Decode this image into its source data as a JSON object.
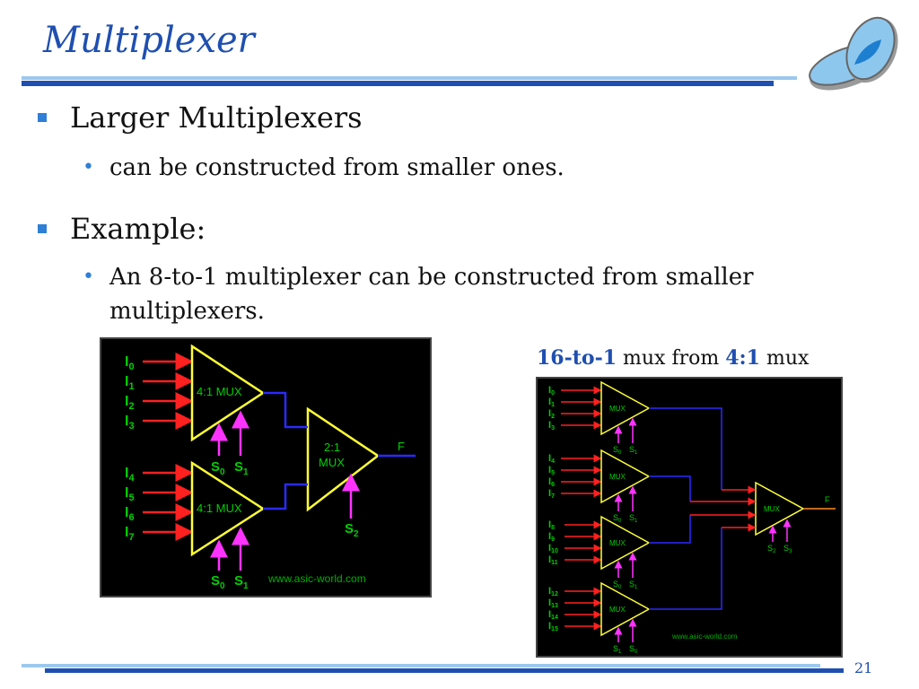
{
  "slide": {
    "title": "Multiplexer",
    "page_number": "21"
  },
  "bullets": [
    {
      "text": "Larger Multiplexers",
      "sub": [
        "can be constructed from smaller ones."
      ]
    },
    {
      "text": "Example:",
      "sub": [
        "An 8-to-1 multiplexer can be constructed from smaller",
        "multiplexers."
      ]
    }
  ],
  "caption": {
    "part1": "16-to-1",
    "part2": " mux from ",
    "part3": "4:1",
    "part4": " mux"
  },
  "figure_8to1": {
    "inputs": [
      "I",
      "I",
      "I",
      "I",
      "I",
      "I",
      "I",
      "I"
    ],
    "input_subs": [
      "0",
      "1",
      "2",
      "3",
      "4",
      "5",
      "6",
      "7"
    ],
    "mux_top_label": "4:1 MUX",
    "mux_bottom_label": "4:1 MUX",
    "mux_out_label_1": "2:1",
    "mux_out_label_2": "MUX",
    "output": "F",
    "sel_s": "S",
    "sel0": "0",
    "sel1": "1",
    "sel2": "2",
    "watermark": "www.asic-world.com"
  },
  "figure_16to1": {
    "input_subs": [
      "0",
      "1",
      "2",
      "3",
      "4",
      "5",
      "6",
      "7",
      "8",
      "9",
      "10",
      "11",
      "12",
      "13",
      "14",
      "15"
    ],
    "mux_label": "MUX",
    "output": "F",
    "sel_subs_1": [
      "0",
      "1"
    ],
    "sel_subs_2": [
      "0",
      "1"
    ],
    "sel_subs_3": [
      "0",
      "1"
    ],
    "sel_subs_4": [
      "1",
      "0"
    ],
    "sel_subs_out": [
      "2",
      "3"
    ],
    "watermark": "www.asic-world.com"
  },
  "colors": {
    "accent": "#1f4fb0",
    "accent_light": "#9cc8ee",
    "bullet": "#2f7fd6",
    "mux": "#ffff33",
    "input_arrow": "#ff2020",
    "select_arrow": "#ff33ff",
    "wire": "#2a2aff",
    "label_green": "#00d000"
  }
}
